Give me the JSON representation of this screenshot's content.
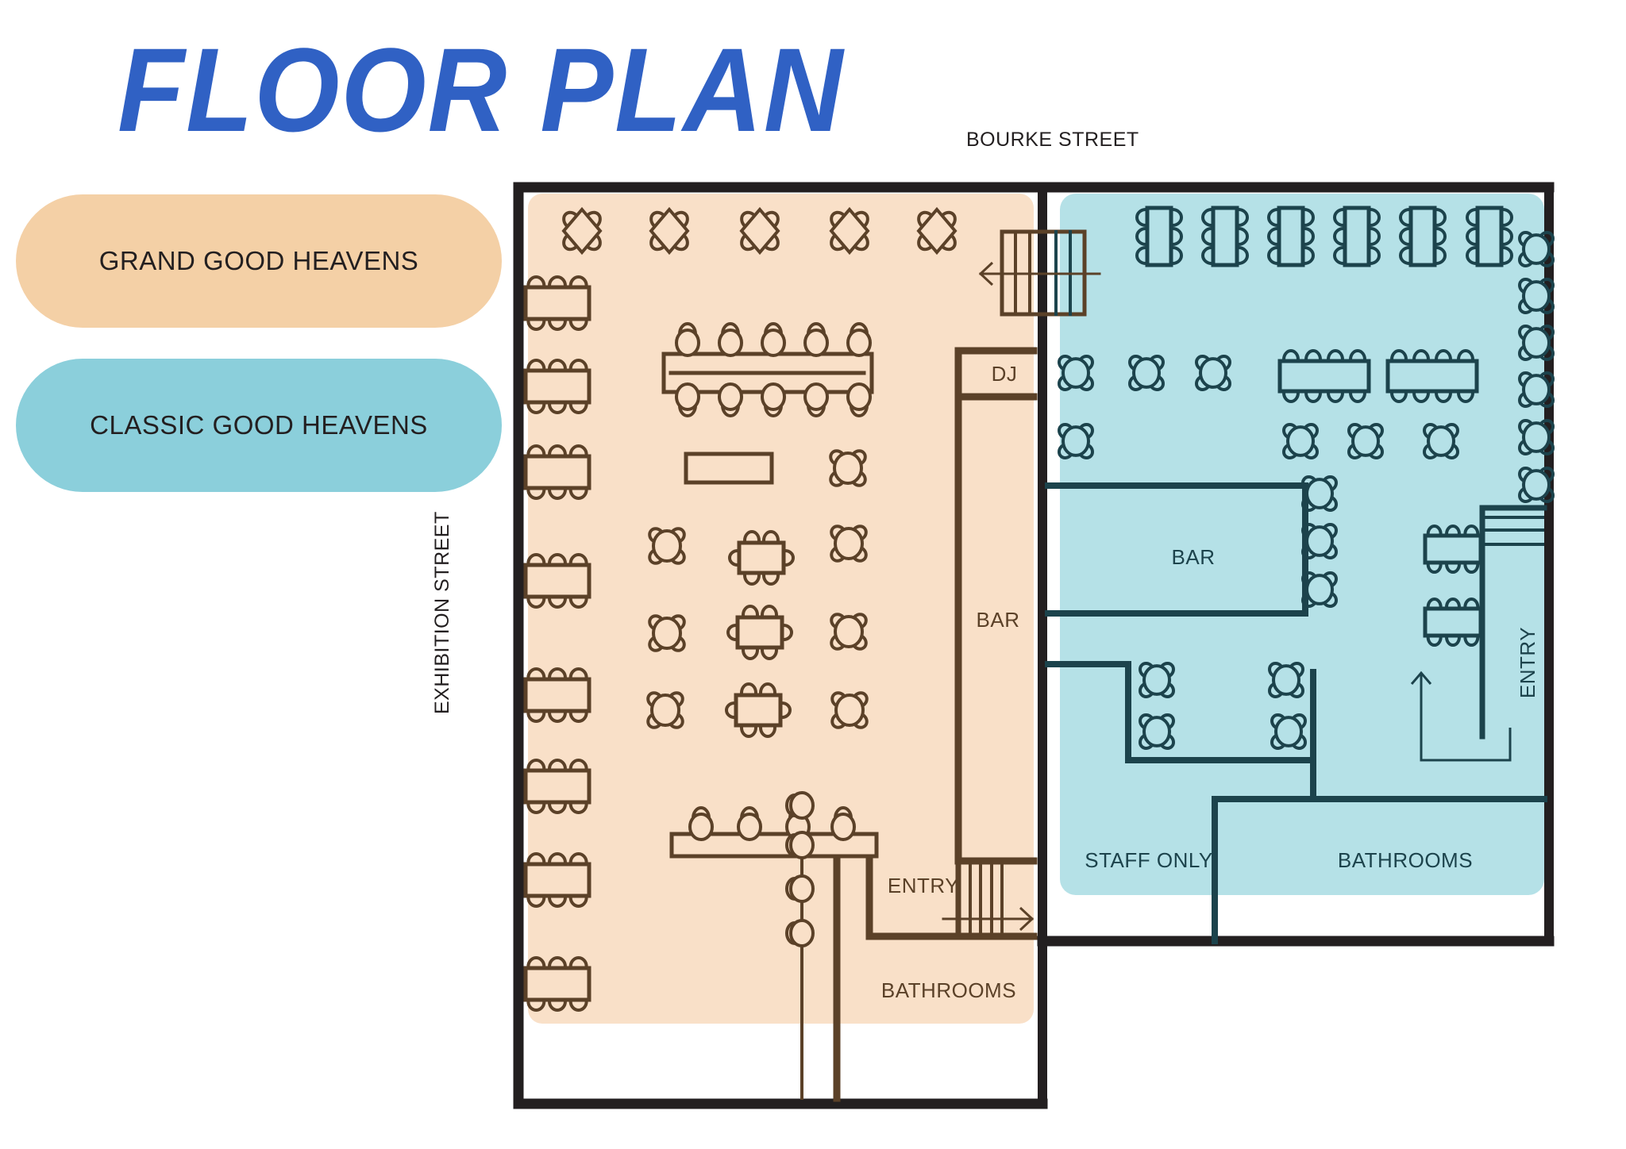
{
  "title": "FLOOR PLAN",
  "colors": {
    "title": "#3061c4",
    "grand_fill": "#f4d0a6",
    "grand_room": "#f9e0c8",
    "grand_line": "#5b4128",
    "classic_fill": "#8bcfdb",
    "classic_room": "#b5e1e7",
    "classic_line": "#1c434c",
    "wall": "#231f20"
  },
  "streets": {
    "top": "BOURKE STREET",
    "left": "EXHIBITION STREET"
  },
  "legend": [
    {
      "label": "GRAND GOOD HEAVENS",
      "color_key": "grand_fill"
    },
    {
      "label": "CLASSIC GOOD HEAVENS",
      "color_key": "classic_fill"
    }
  ],
  "grand": {
    "labels": {
      "dj": "DJ",
      "bar": "BAR",
      "entry": "ENTRY",
      "bathrooms": "BATHROOMS"
    },
    "furniture": {
      "diamond_4tops": 5,
      "wall_6tops": 8,
      "banquet_stools": 10,
      "round_4tops": 7,
      "small_6tops": 3,
      "counter_stools": 4,
      "side_stools": 4,
      "service_table": 1
    }
  },
  "classic": {
    "labels": {
      "bar": "BAR",
      "entry": "ENTRY",
      "staff_only": "STAFF ONLY",
      "bathrooms": "BATHROOMS"
    },
    "furniture": {
      "top_6tops": 6,
      "right_4tops": 6,
      "round_4tops": 14,
      "long_8tops": 2,
      "entry_6tops": 2
    }
  }
}
